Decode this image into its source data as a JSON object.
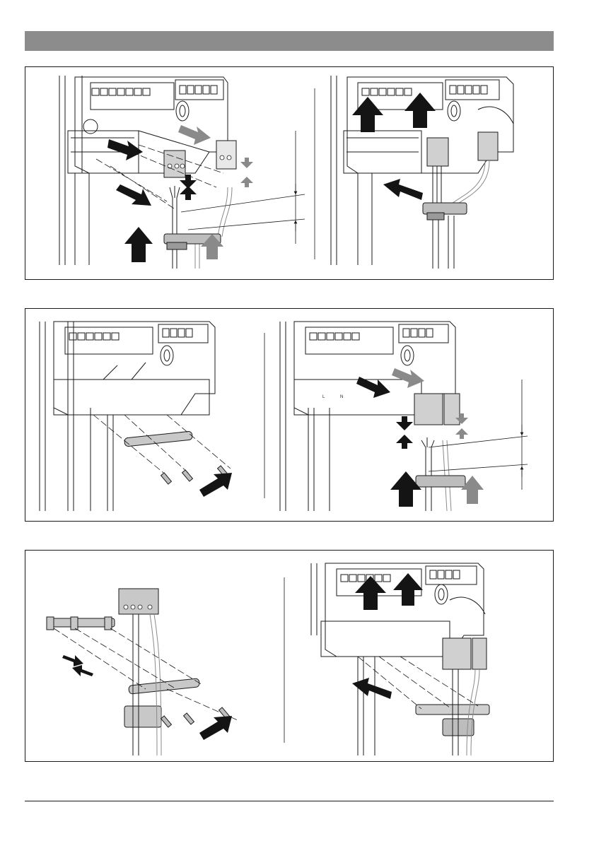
{
  "header": {
    "text": ""
  },
  "panels": [
    {
      "name": "step-group-1"
    },
    {
      "name": "step-group-2"
    },
    {
      "name": "step-group-3"
    }
  ],
  "colors": {
    "header_bar": "#8c8c8c",
    "arrow_dark": "#141414",
    "arrow_light": "#8a8a8a",
    "line": "#1a1a1a"
  },
  "terminal_markings": {
    "l": "L",
    "n": "N"
  }
}
